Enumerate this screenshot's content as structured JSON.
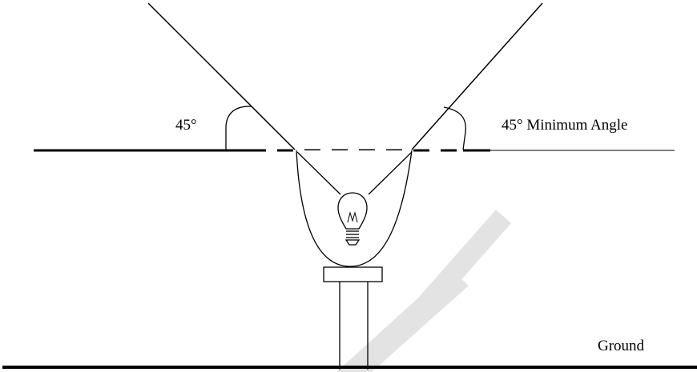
{
  "labels": {
    "left_angle": "45°",
    "right_angle": "45° Minimum Angle",
    "ground": "Ground"
  },
  "watermark": {
    "letter": "T",
    "color": "#e3e3e3"
  },
  "colors": {
    "line": "#000000",
    "background": "#ffffff"
  }
}
